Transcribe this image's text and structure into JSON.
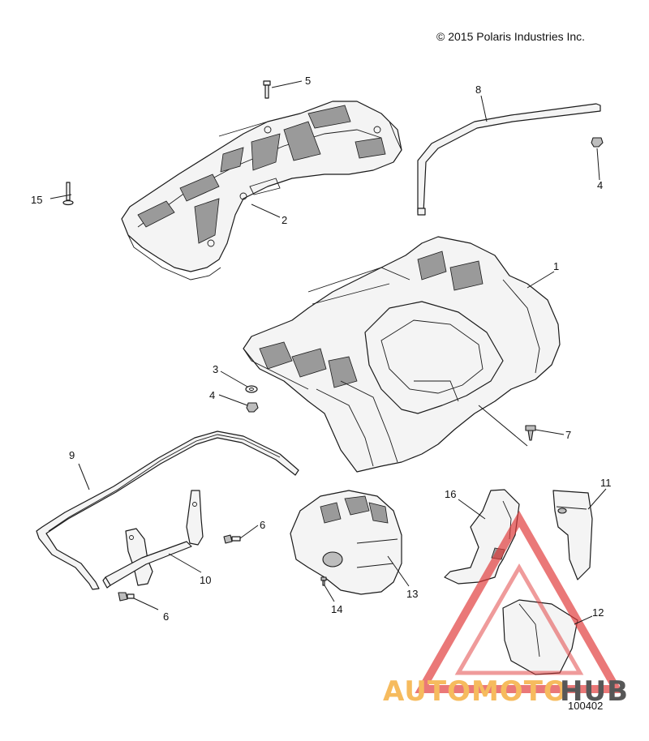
{
  "copyright": "© 2015 Polaris Industries Inc.",
  "figure_number": "100402",
  "watermark": {
    "text_part1": "AUTOMOTO",
    "text_part2": "HUB",
    "color_orange": "#f5b042",
    "color_gray": "#3a3a3a",
    "color_red": "#e03a3a"
  },
  "callouts": [
    "1",
    "2",
    "3",
    "4",
    "4",
    "5",
    "6",
    "6",
    "7",
    "8",
    "9",
    "10",
    "11",
    "12",
    "13",
    "14",
    "15",
    "16"
  ]
}
